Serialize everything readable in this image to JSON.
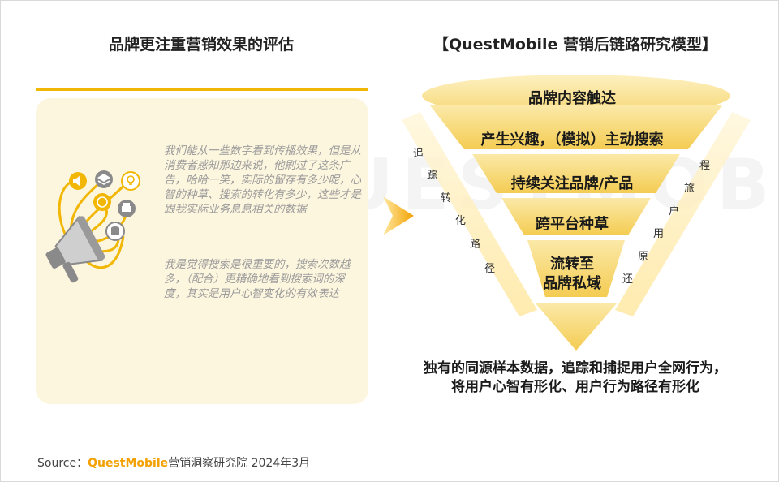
{
  "left": {
    "title": "品牌更注重营销效果的评估",
    "quote1": "我们能从一些数字看到传播效果，但是从消费者感知那边来说，他刷过了这条广告，哈哈一笑，实际的留存有多少呢，心智的种草、搜索的转化有多少，这些才是跟我实际业务息息相关的数据",
    "quote2": "我是觉得搜索是很重要的，搜索次数越多，（配合）更精确地看到搜索词的深度，其实是用户心智变化的有效表达"
  },
  "right": {
    "title": "【QuestMobile 营销后链路研究模型】",
    "levels": [
      "品牌内容触达",
      "产生兴趣，（模拟）主动搜索",
      "持续关注品牌/产品",
      "跨平台种草",
      "流转至",
      "品牌私域"
    ],
    "left_side_label": [
      "追",
      "踪",
      "转",
      "化",
      "路",
      "径"
    ],
    "right_side_label": [
      "还",
      "原",
      "用",
      "户",
      "旅",
      "程"
    ],
    "bottom_line1": "独有的同源样本数据，追踪和捕捉用户全网行为，",
    "bottom_line2": "将用户心智有形化、用户行为路径有形化"
  },
  "watermark": "QUESTMOBILE",
  "source": {
    "prefix": "Source：",
    "brand": "QuestMobile",
    "suffix": "营销洞察研究院 2024年3月"
  },
  "colors": {
    "accent": "#f2b705",
    "panel": "#fdf6df",
    "brand_text": "#f2a100"
  },
  "icons": [
    "megaphone-icon",
    "sound-icon",
    "layers-icon",
    "bulb-icon",
    "coin-icon",
    "print-icon",
    "database-icon",
    "arrow-right-icon"
  ]
}
